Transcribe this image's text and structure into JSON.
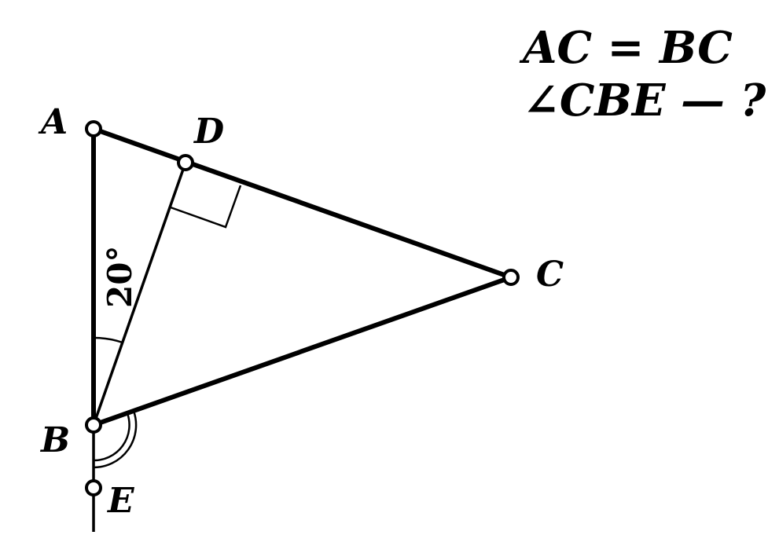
{
  "points": {
    "A": "A",
    "B": "B",
    "C": "C",
    "D": "D",
    "E": "E"
  },
  "angle_label": "20°",
  "given": {
    "line1": "AC = BC",
    "line2": "∠CBE — ?"
  },
  "colors": {
    "ink": "#000000",
    "background": "#ffffff"
  }
}
